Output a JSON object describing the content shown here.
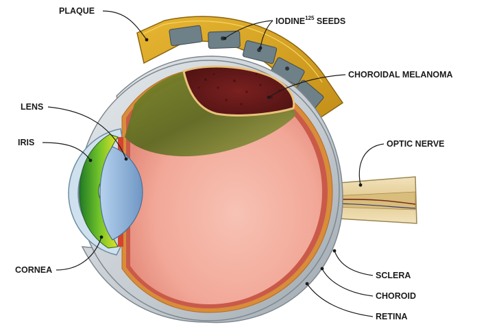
{
  "labels": {
    "plaque": "PLAQUE",
    "iodine_seeds_prefix": "IODINE",
    "iodine_seeds_superscript": "125",
    "iodine_seeds_suffix": " SEEDS",
    "choroidal_melanoma": "CHOROIDAL MELANOMA",
    "lens": "LENS",
    "iris": "IRIS",
    "optic_nerve": "OPTIC NERVE",
    "cornea": "CORNEA",
    "sclera": "SCLERA",
    "choroid": "CHOROID",
    "retina": "RETINA"
  },
  "colors": {
    "plaque_gold": "#d9a92a",
    "seed_gray": "#6d7f86",
    "sclera_gray": "#c9d0d5",
    "retina_pink": "#f2a99a",
    "tumor_dark_red": "#6b1c1c",
    "choroid_orange": "#d98c3a",
    "lens_blue": "#8fb3d9",
    "iris_green": "#3fae2f",
    "optic_nerve_tan": "#e8d6a8"
  }
}
